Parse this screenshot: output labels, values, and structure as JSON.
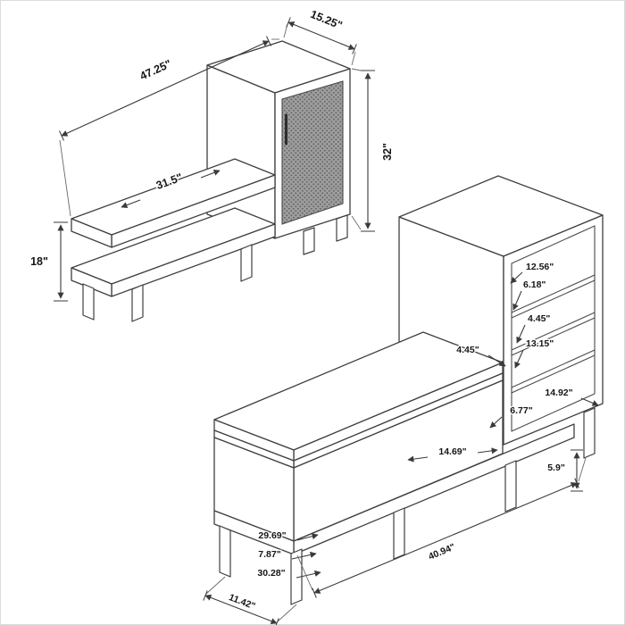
{
  "diagram": {
    "title": "bench-with-cabinet-dimension-diagram",
    "colors": {
      "line": "#3f3f3f",
      "label": "#161616",
      "mesh_door": "#9d9d9d",
      "mesh_dot": "#5f5f5f",
      "background": "#ffffff"
    },
    "view1": {
      "dims": {
        "overall_width": "47.25\"",
        "cabinet_depth": "15.25\"",
        "cabinet_height": "32\"",
        "bench_height": "18\"",
        "seat_length": "31.5\""
      }
    },
    "view2": {
      "dims": {
        "top_shelf_gap": "12.56\"",
        "shelf_gap_upper": "6.18\"",
        "shelf_gap_mid": "4.45\"",
        "shelf_depth": "13.15\"",
        "shelf_thickness": "4.45\"",
        "side_height": "14.92\"",
        "base_gap": "6.77\"",
        "seat_depth": "14.69\"",
        "leg_height": "5.9\"",
        "interior_width": "29.69\"",
        "frame_height": "7.87\"",
        "seat_width": "30.28\"",
        "overall_length": "40.94\"",
        "leg_spacing": "11.42\""
      }
    }
  }
}
